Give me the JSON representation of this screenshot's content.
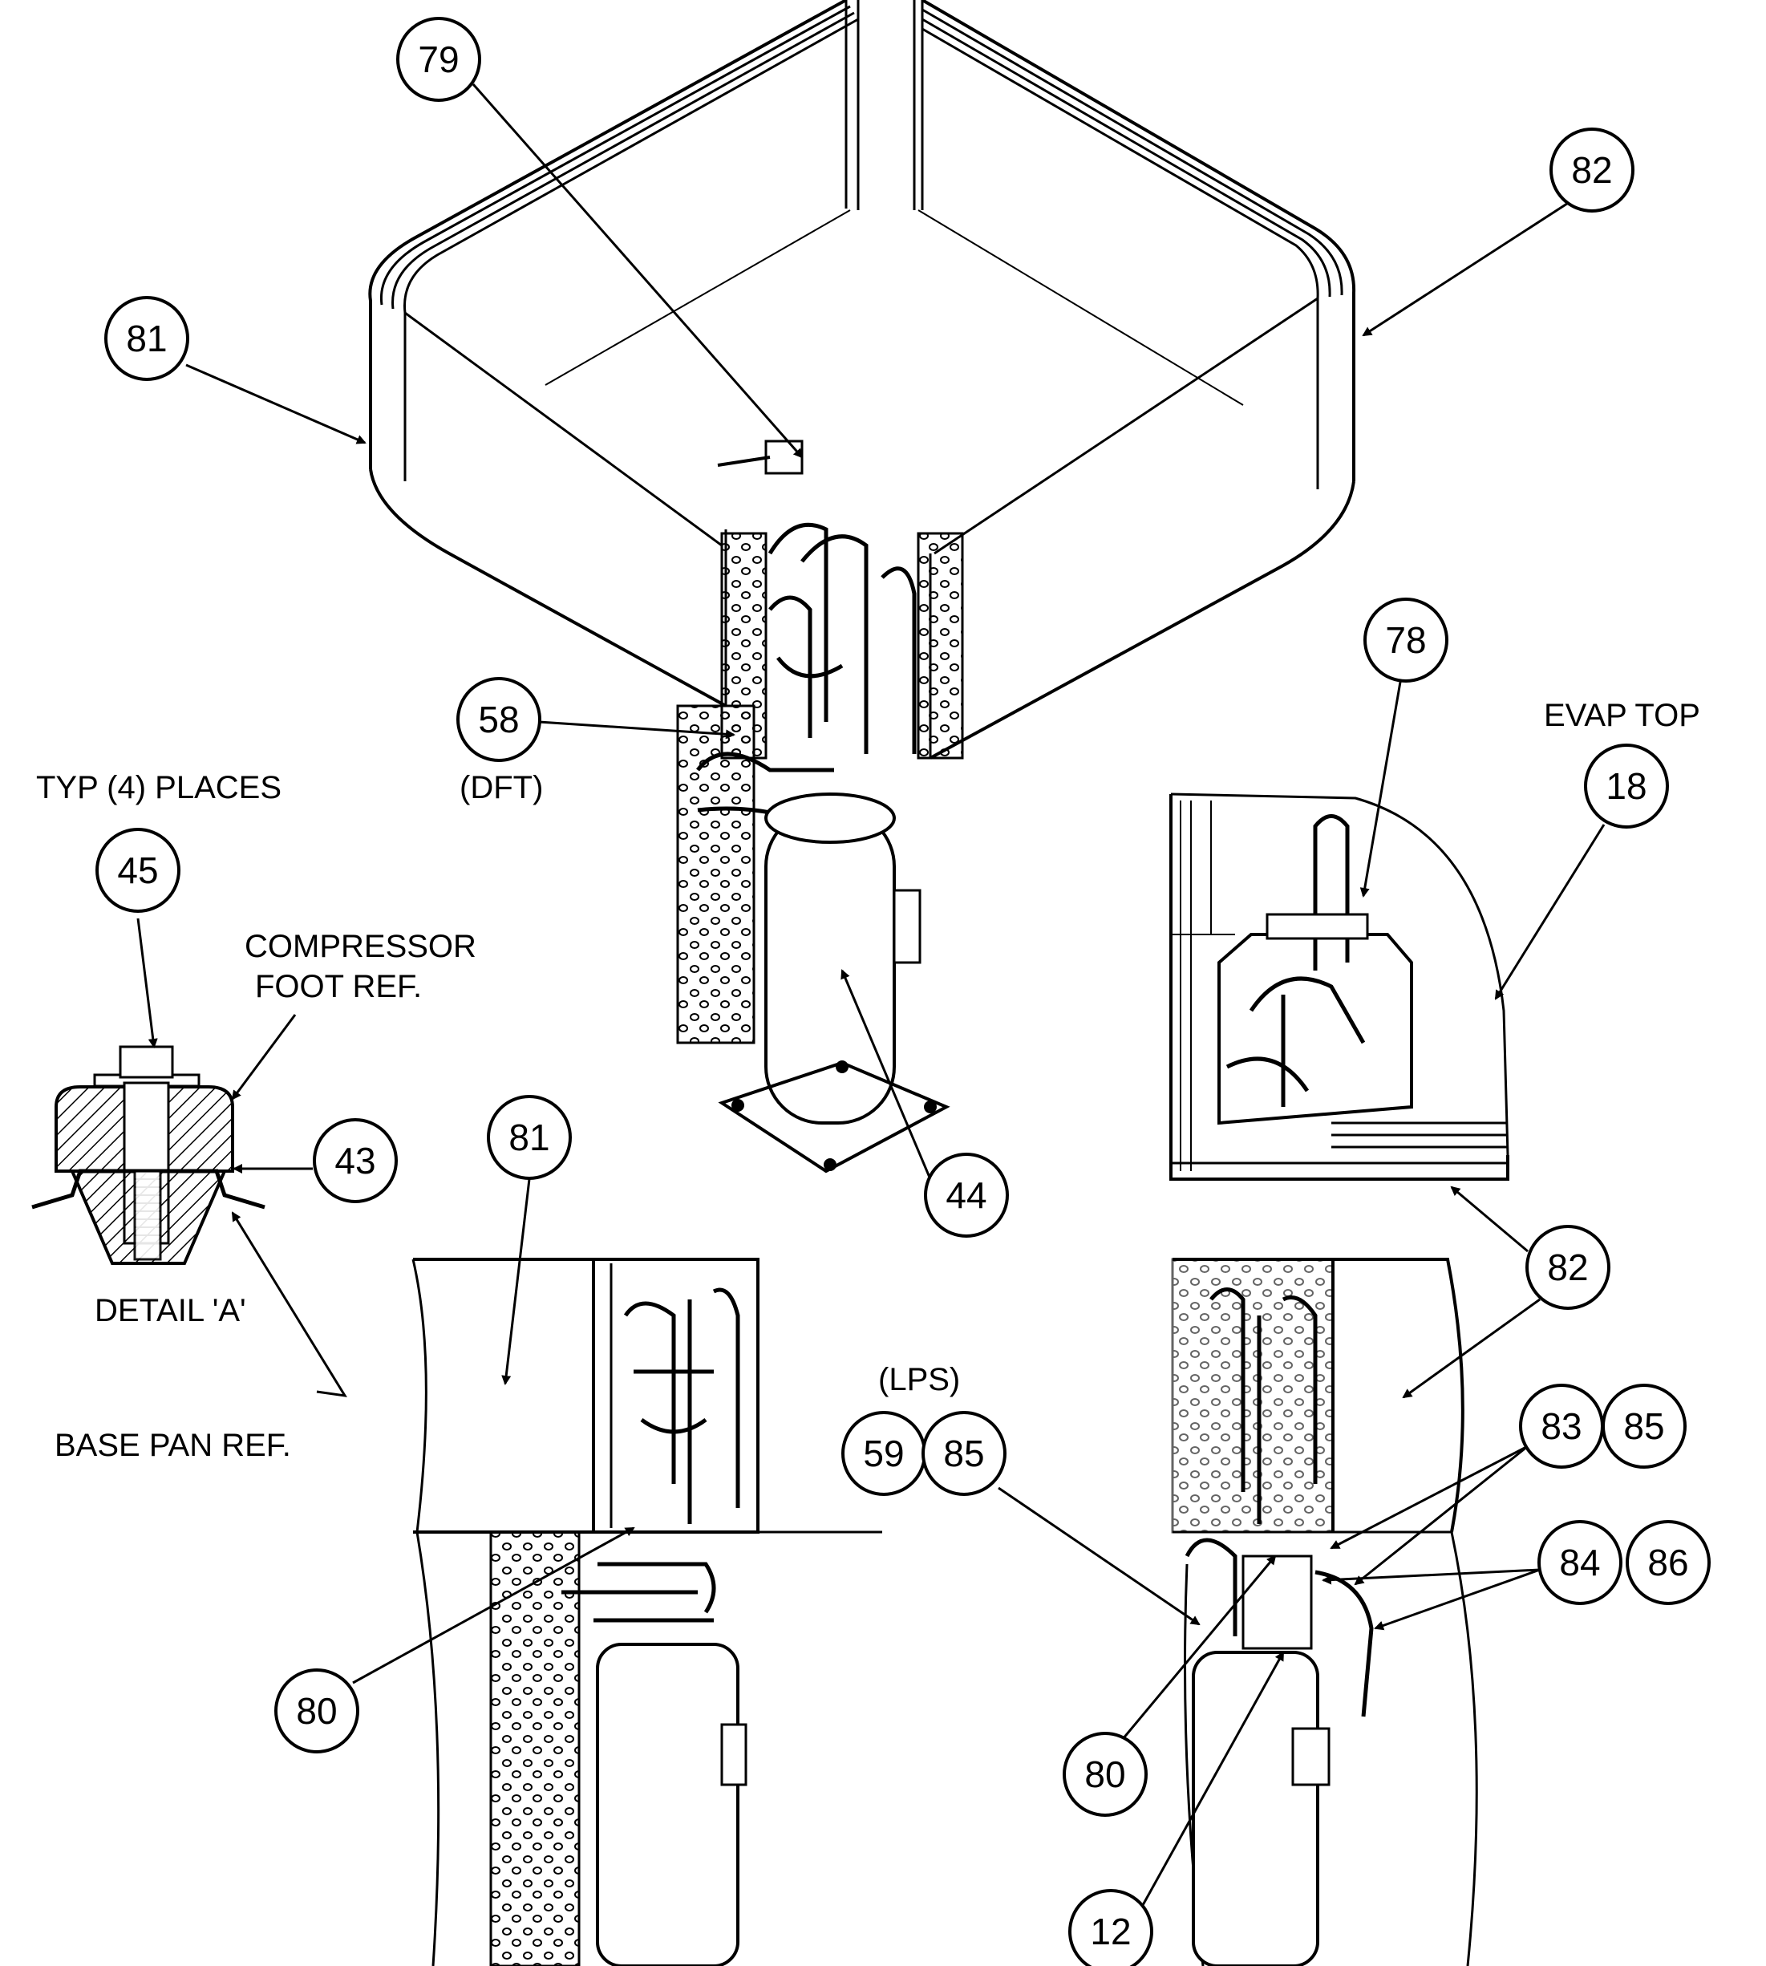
{
  "callouts": {
    "c79": "79",
    "c82_top": "82",
    "c81_top": "81",
    "c78": "78",
    "c18": "18",
    "c58": "58",
    "c45": "45",
    "c43": "43",
    "c44": "44",
    "c81_bottom": "81",
    "c82_right": "82",
    "c59": "59",
    "c85_left": "85",
    "c83": "83",
    "c85_right": "85",
    "c84": "84",
    "c86": "86",
    "c80_left": "80",
    "c80_right": "80",
    "c12": "12"
  },
  "labels": {
    "evap_top": "EVAP TOP",
    "dft": "(DFT)",
    "typ_places": "TYP (4) PLACES",
    "compressor_foot_1": "COMPRESSOR",
    "compressor_foot_2": "FOOT REF.",
    "detail_a": "DETAIL 'A'",
    "base_pan": "BASE PAN REF.",
    "lps": "(LPS)"
  }
}
